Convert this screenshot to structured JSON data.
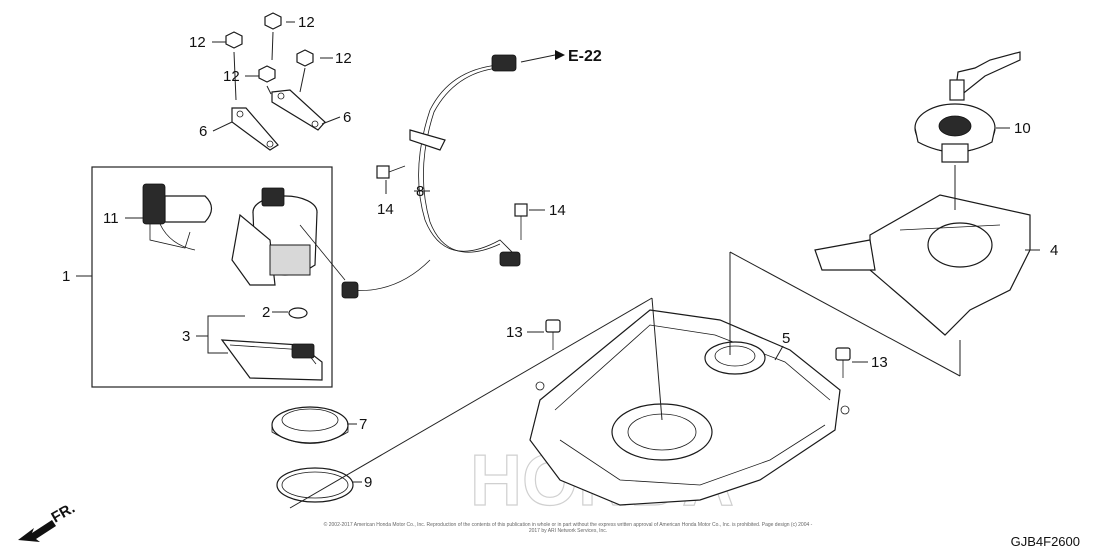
{
  "diagram": {
    "callouts": {
      "p1": "1",
      "p2": "2",
      "p3": "3",
      "p4": "4",
      "p5": "5",
      "p6a": "6",
      "p6b": "6",
      "p7": "7",
      "p8": "8",
      "p9": "9",
      "p10": "10",
      "p11": "11",
      "p12a": "12",
      "p12b": "12",
      "p12c": "12",
      "p12d": "12",
      "p13a": "13",
      "p13b": "13",
      "p14a": "14",
      "p14b": "14"
    },
    "reference": "E-22",
    "front_marker": "FR.",
    "diagram_code": "GJB4F2600",
    "copyright": "© 2002-2017 American Honda Motor Co., Inc. Reproduction of the contents of this publication in whole or in part without the express written approval of American Honda Motor Co., Inc. is prohibited. Page design (c) 2004 - 2017 by ARI Network Services, Inc.",
    "watermark": "HONDA",
    "colors": {
      "line": "#1a1a1a",
      "fill": "#ffffff",
      "shade": "#2a2a2a"
    }
  }
}
